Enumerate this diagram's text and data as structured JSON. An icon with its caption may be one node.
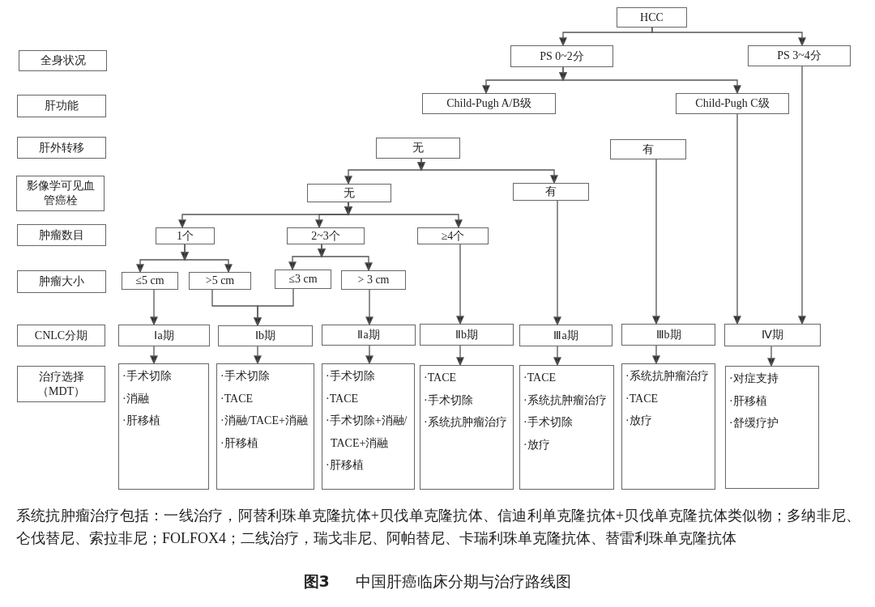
{
  "diagram": {
    "caption": "**图3** 中国肝癌临床分期与治疗路线图",
    "nodes": [
      {
        "text": [
          "HCC"
        ]
      },
      {
        "text": [
          "全身状况"
        ]
      },
      {
        "text": [
          "PS 0~2分"
        ]
      },
      {
        "text": [
          "PS 3~4分"
        ]
      },
      {
        "text": [
          "肝功能"
        ]
      },
      {
        "text": [
          "Child-Pugh A/B级"
        ]
      },
      {
        "text": [
          "Child-Pugh C级"
        ]
      },
      {
        "text": [
          "肝外转移"
        ]
      },
      {
        "text": [
          "无"
        ]
      },
      {
        "text": [
          "有"
        ]
      },
      {
        "text": [
          "影像学可见血管癌栓"
        ]
      },
      {
        "text": [
          "无"
        ]
      },
      {
        "text": [
          "有"
        ]
      },
      {
        "text": [
          "肿瘤数目"
        ]
      },
      {
        "text": [
          "1个"
        ]
      },
      {
        "text": [
          "2~3个"
        ]
      },
      {
        "text": [
          "≥4个"
        ]
      },
      {
        "text": [
          "肿瘤大小"
        ]
      },
      {
        "text": [
          "≤5 cm"
        ]
      },
      {
        "text": [
          ">5 cm"
        ]
      },
      {
        "text": [
          "≤3 cm"
        ]
      },
      {
        "text": [
          "> 3 cm"
        ]
      },
      {
        "text": [
          "CNLC分期"
        ]
      },
      {
        "text": [
          "Ⅰa期"
        ]
      },
      {
        "text": [
          "Ⅰb期"
        ]
      },
      {
        "text": [
          "Ⅱa期"
        ]
      },
      {
        "text": [
          "Ⅱb期"
        ]
      },
      {
        "text": [
          "Ⅲa期"
        ]
      },
      {
        "text": [
          "Ⅲb期"
        ]
      },
      {
        "text": [
          "Ⅳ期"
        ]
      },
      {
        "text": [
          "治疗选择（MDT）"
        ]
      },
      {
        "text": [
          "·手术切除",
          "·消融",
          "·肝移植"
        ]
      },
      {
        "text": [
          "·手术切除",
          "·TACE",
          "·消融/TACE+消融",
          "·肝移植"
        ]
      },
      {
        "text": [
          "·手术切除",
          "·TACE",
          "·手术切除+消融/TACE+消融",
          "·肝移植"
        ]
      },
      {
        "text": [
          "·TACE",
          "·手术切除",
          "·系统抗肿瘤治疗"
        ]
      },
      {
        "text": [
          "·TACE",
          "·系统抗肿瘤治疗",
          "·手术切除",
          "·放疗"
        ]
      },
      {
        "text": [
          "·系统抗肿瘤治疗",
          "·TACE",
          "·放疗"
        ]
      },
      {
        "text": [
          "·对症支持",
          "·肝移植",
          "·舒缓疗护"
        ]
      }
    ],
    "edges": [
      {
        "from": 0,
        "to": 2,
        "arrow": "to"
      },
      {
        "from": 0,
        "to": 3,
        "arrow": "to"
      },
      {
        "from": 2,
        "to": 5,
        "arrow": "to"
      },
      {
        "from": 2,
        "to": 6,
        "arrow": "to"
      },
      {
        "from": 3,
        "to": 29,
        "arrow": "to"
      },
      {
        "from": 6,
        "to": 29,
        "arrow": "to"
      },
      {
        "from": 8,
        "to": 11,
        "arrow": "to"
      },
      {
        "from": 8,
        "to": 12,
        "arrow": "to"
      },
      {
        "from": 9,
        "to": 28,
        "arrow": "to"
      },
      {
        "from": 11,
        "to": 14,
        "arrow": "to"
      },
      {
        "from": 11,
        "to": 15,
        "arrow": "to"
      },
      {
        "from": 11,
        "to": 16,
        "arrow": "to"
      },
      {
        "from": 12,
        "to": 27,
        "arrow": "to"
      },
      {
        "from": 14,
        "to": 18,
        "arrow": "to"
      },
      {
        "from": 14,
        "to": 19,
        "arrow": "to"
      },
      {
        "from": 15,
        "to": 20,
        "arrow": "to"
      },
      {
        "from": 15,
        "to": 21,
        "arrow": "to"
      },
      {
        "from": 16,
        "to": 26,
        "arrow": "to"
      },
      {
        "from": 18,
        "to": 23,
        "arrow": "to"
      },
      {
        "from": 19,
        "to": 24,
        "arrow": "to"
      },
      {
        "from": 20,
        "to": 24,
        "arrow": "to"
      },
      {
        "from": 21,
        "to": 25,
        "arrow": "to"
      },
      {
        "from": 23,
        "to": 31,
        "arrow": "to"
      },
      {
        "from": 24,
        "to": 32,
        "arrow": "to"
      },
      {
        "from": 25,
        "to": 33,
        "arrow": "to"
      },
      {
        "from": 26,
        "to": 34,
        "arrow": "to"
      },
      {
        "from": 27,
        "to": 35,
        "arrow": "to"
      },
      {
        "from": 28,
        "to": 36,
        "arrow": "to"
      },
      {
        "from": 29,
        "to": 37,
        "arrow": "to"
      }
    ],
    "labels": [
      "系统抗肿瘤治疗包括：一线治疗，阿替利珠单克隆抗体+贝伐单克隆抗体、信迪利单克隆抗体+贝伐单克隆抗体类似物；多纳非尼、仑伐替尼、索拉非尼；FOLFOX4；二线治疗，瑞戈非尼、阿帕替尼、卡瑞利珠单克隆抗体、替雷利珠单克隆抗体"
    ]
  }
}
